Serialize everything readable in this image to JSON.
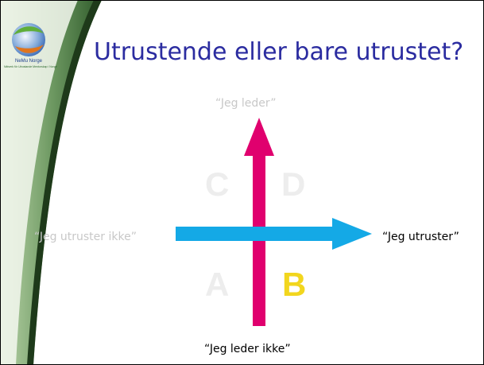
{
  "title": "Utrustende eller bare utrustet?",
  "logo": {
    "name": "NeMu Norge",
    "tagline": "Nätverk för Utrustande Mentorskap i Norge"
  },
  "axes": {
    "top_label": "“Jeg leder”",
    "bottom_label": "“Jeg leder ikke”",
    "left_label": "“Jeg utruster ikke”",
    "right_label": "“Jeg utruster”"
  },
  "quadrants": {
    "top_left": "C",
    "top_right": "D",
    "bottom_left": "A",
    "bottom_right": "B"
  },
  "colors": {
    "title": "#2b2ca0",
    "vertical_arrow": "#e0006e",
    "horizontal_arrow": "#14a9e6",
    "highlighted_quadrant": "#f2d61e",
    "faded": "#ededed",
    "left_band": "#1e3a1a"
  }
}
